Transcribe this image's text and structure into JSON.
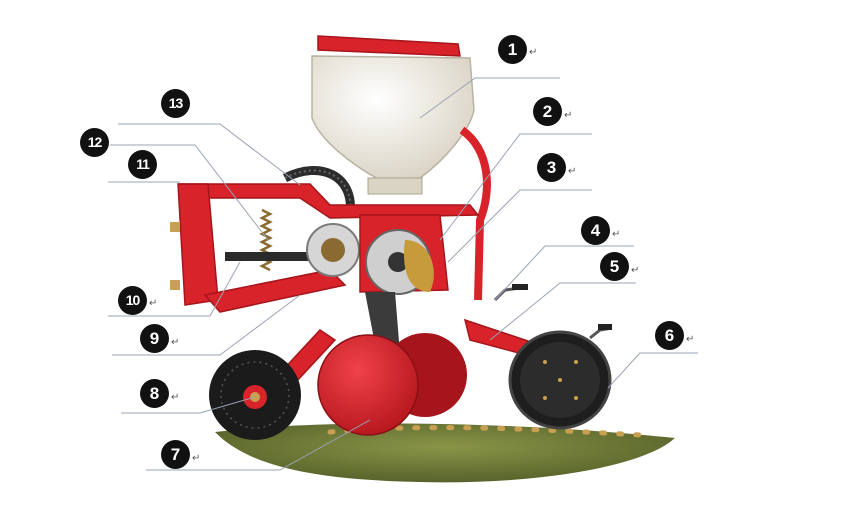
{
  "callouts": [
    {
      "label": "1",
      "mark": "↵"
    },
    {
      "label": "2",
      "mark": "↵"
    },
    {
      "label": "3",
      "mark": "↵"
    },
    {
      "label": "4",
      "mark": "↵"
    },
    {
      "label": "5",
      "mark": "↵"
    },
    {
      "label": "6",
      "mark": "↵"
    },
    {
      "label": "7",
      "mark": "↵"
    },
    {
      "label": "8",
      "mark": "↵"
    },
    {
      "label": "9",
      "mark": "↵"
    },
    {
      "label": "10",
      "mark": "↵"
    },
    {
      "label": "11",
      "mark": ""
    },
    {
      "label": "12",
      "mark": ""
    },
    {
      "label": "13",
      "mark": ""
    }
  ],
  "colors": {
    "frame": "#d8232a",
    "frame_dark": "#a5151b",
    "hopper": "#ece8dc",
    "wheel": "#1b1b1b",
    "ground": "#6f7a3b",
    "leader": "#9aa3b5"
  }
}
